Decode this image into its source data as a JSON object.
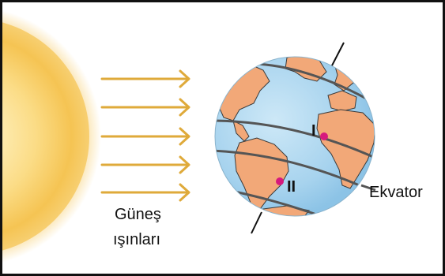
{
  "labels": {
    "sun_rays_line1": "Güneş",
    "sun_rays_line2": "ışınları",
    "equator": "Ekvator",
    "point_one": "I",
    "point_two": "II"
  },
  "colors": {
    "sun_outer": "#f5c453",
    "sun_inner": "#fff4c8",
    "ray": "#dfaa3a",
    "ocean": "#a9d4ef",
    "land": "#f2a878",
    "coast": "#3a3a3a",
    "latitude_line": "#555555",
    "point_marker": "#d6197d"
  },
  "icons": [
    "sun-icon",
    "arrow-icon",
    "globe-icon",
    "point-marker-icon"
  ]
}
